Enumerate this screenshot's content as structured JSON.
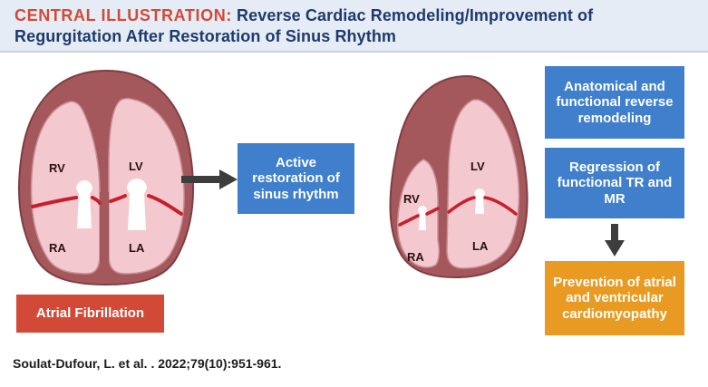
{
  "header": {
    "label": "CENTRAL ILLUSTRATION:",
    "title_line1": "Reverse Cardiac Remodeling/Improvement of",
    "title_line2": "Regurgitation After Restoration of Sinus Rhythm"
  },
  "heart_af": {
    "labels": {
      "rv": "RV",
      "lv": "LV",
      "ra": "RA",
      "la": "LA"
    },
    "caption": "Atrial Fibrillation"
  },
  "heart_sinus": {
    "labels": {
      "rv": "RV",
      "lv": "LV",
      "ra": "RA",
      "la": "LA"
    }
  },
  "process": {
    "restoration": "Active restoration of sinus rhythm"
  },
  "outcomes": {
    "remodeling": "Anatomical and functional reverse remodeling",
    "regression": "Regression of functional TR and MR",
    "prevention": "Prevention of atrial and ventricular cardiomyopathy"
  },
  "citation": "Soulat-Dufour, L. et al. . 2022;79(10):951-961.",
  "colors": {
    "header_label": "#d24a37",
    "header_title": "#1d3a6e",
    "box_blue": "#3f7fcc",
    "box_orange": "#e89a22",
    "box_red": "#d24a37",
    "heart_muscle": "#a5585c",
    "heart_chamber": "#f3c9cf",
    "valve_line": "#c8202a",
    "arrow": "#3d3d3d"
  }
}
